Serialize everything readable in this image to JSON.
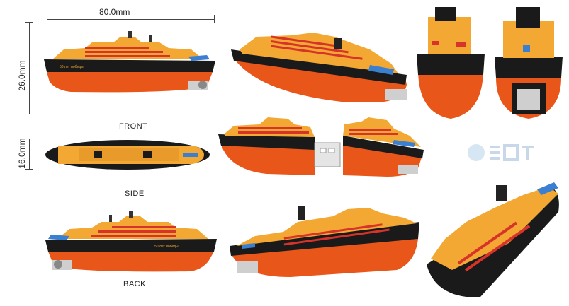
{
  "dimensions": {
    "length": "80.0mm",
    "height": "26.0mm",
    "width": "16.0mm"
  },
  "views": {
    "front": "FRONT",
    "side": "SIDE",
    "back": "BACK"
  },
  "ship_name_text": "50 лет победы",
  "colors": {
    "hull_black": "#1a1a1a",
    "hull_orange": "#e8561a",
    "deck_yellow": "#f2a832",
    "red_stripe": "#d8332a",
    "accent_blue": "#3b7fd0"
  }
}
